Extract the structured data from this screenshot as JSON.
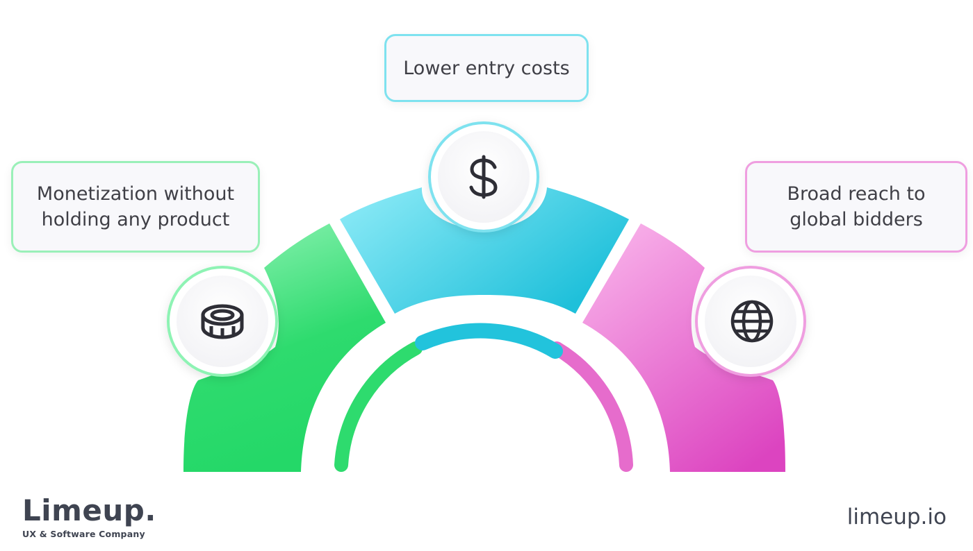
{
  "labels": {
    "left": {
      "line1": "Monetization without",
      "line2": "holding any product"
    },
    "top": {
      "line1": "Lower entry costs"
    },
    "right": {
      "line1": "Broad reach to",
      "line2": "global bidders"
    }
  },
  "icons": {
    "left": "coin-icon",
    "top": "dollar-sign-icon",
    "right": "globe-icon"
  },
  "brand": {
    "name": "Limeup.",
    "tagline": "UX & Software Company",
    "url": "limeup.io"
  },
  "colors": {
    "green": "#2edb6e",
    "green_light": "#8ef3b4",
    "cyan": "#22c3dc",
    "cyan_light": "#8ae9f6",
    "pink": "#de47c2",
    "pink_light": "#f7a7e6",
    "text": "#3f4451"
  }
}
